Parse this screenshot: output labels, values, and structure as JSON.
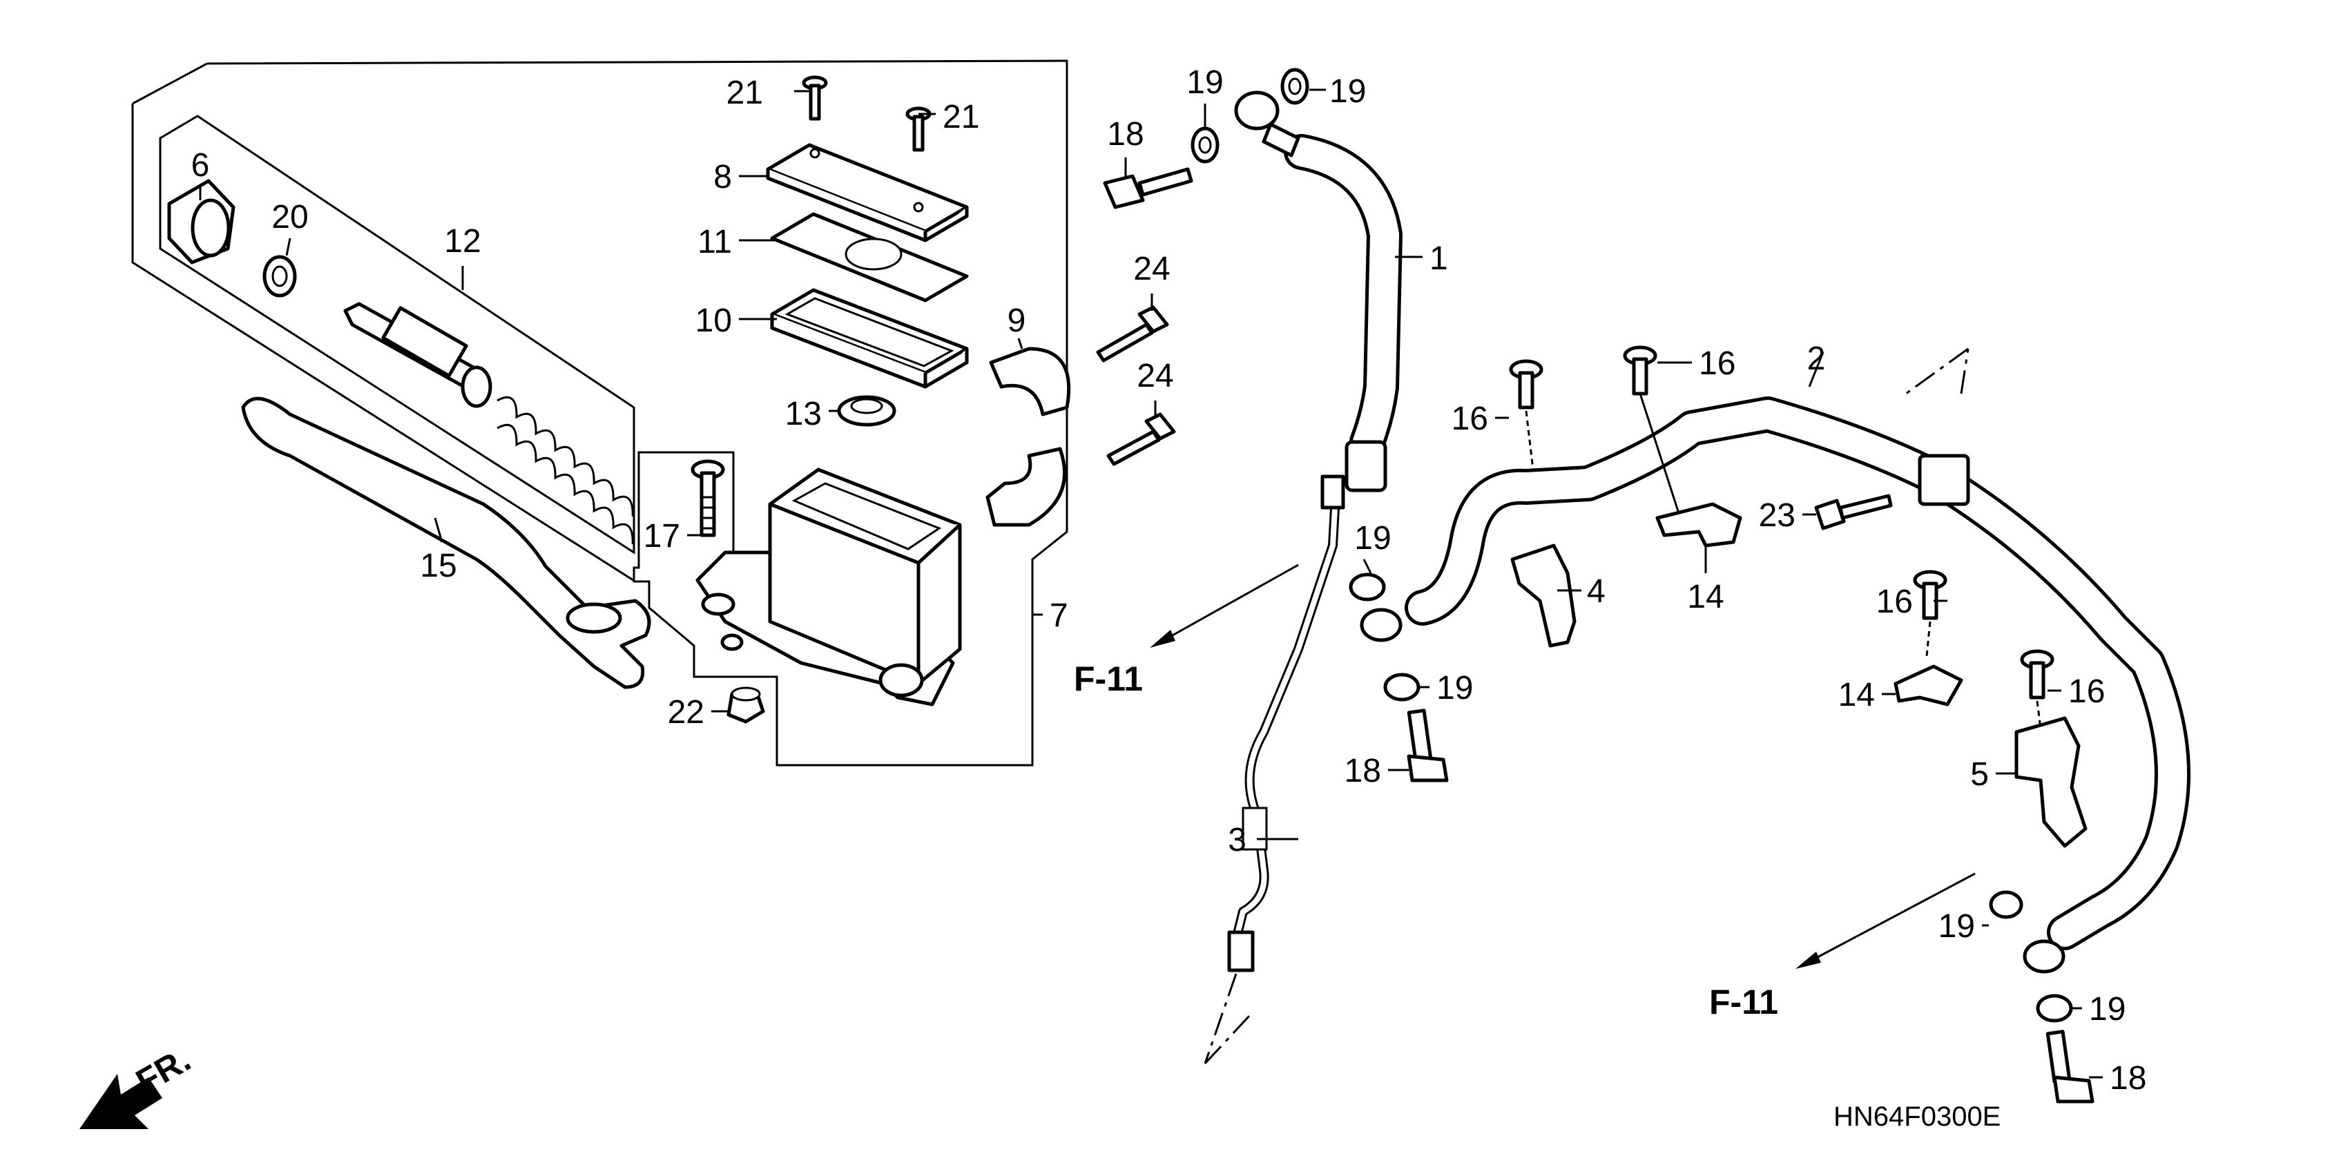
{
  "diagram_code": "HN64F0300E",
  "front_arrow_label": "FR.",
  "reference_label": "F-11",
  "callouts": {
    "c1": "1",
    "c2": "2",
    "c3": "3",
    "c4": "4",
    "c5": "5",
    "c6": "6",
    "c7": "7",
    "c8": "8",
    "c9": "9",
    "c10": "10",
    "c11": "11",
    "c12": "12",
    "c13": "13",
    "c14a": "14",
    "c14b": "14",
    "c15": "15",
    "c16a": "16",
    "c16b": "16",
    "c16c": "16",
    "c16d": "16",
    "c17": "17",
    "c18a": "18",
    "c18b": "18",
    "c18c": "18",
    "c19a": "19",
    "c19b": "19",
    "c19c": "19",
    "c19d": "19",
    "c19e": "19",
    "c19f": "19",
    "c20": "20",
    "c21a": "21",
    "c21b": "21",
    "c22": "22",
    "c23": "23",
    "c24a": "24",
    "c24b": "24"
  }
}
